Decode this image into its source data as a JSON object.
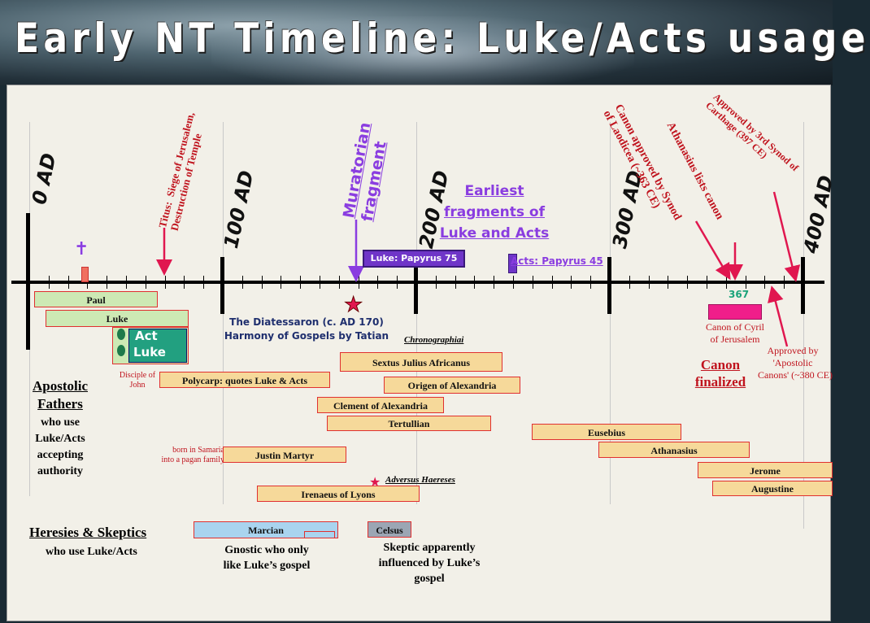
{
  "title": "Early NT Timeline: Luke/Acts usage",
  "centuries": [
    "0 AD",
    "100 AD",
    "200 AD",
    "300 AD",
    "400 AD"
  ],
  "events": {
    "titus": "Titus:  Siege of Jerusalem,\nDestruction of Temple",
    "muratorian": "Muratorian\nfragment",
    "earliest": "Earliest\nfragments of\nLuke and Acts",
    "papyrus75": "Luke:  Papyrus 75",
    "papyrus45": "Acts:  Papyrus 45",
    "laodicea": "Canon approved by Synod\nof Laodicea (~363 CE)",
    "athanasius_lists": "Athanasius lists canon",
    "carthage": "Approved by 3rd Synod of\nCarthage (397 CE)",
    "year367": "367",
    "cyril": "Canon of Cyril\nof Jerusalem",
    "apostolic_canons": "Approved by\n'Apostolic\nCanons' (~380 CE)",
    "canon_finalized": "Canon\nfinalized",
    "diatessaron": "The Diatessaron (c. AD 170)\nHarmony of Gospels by Tatian",
    "chronographiai": "Chronographiai",
    "adversus": "Adversus Haereses"
  },
  "bars": {
    "paul": "Paul",
    "luke": "Luke",
    "act": "Act",
    "luke2": "Luke",
    "polycarp": "Polycarp: quotes Luke & Acts",
    "justin": "Justin Martyr",
    "irenaeus": "Irenaeus of Lyons",
    "sextus": "Sextus Julius Africanus",
    "origen": "Origen of Alexandria",
    "clement": "Clement of Alexandria",
    "tertullian": "Tertullian",
    "eusebius": "Eusebius",
    "athanasius": "Athanasius",
    "jerome": "Jerome",
    "augustine": "Augustine",
    "marcian": "Marcian",
    "celsus": "Celsus"
  },
  "notes": {
    "disciple": "Disciple of\nJohn",
    "samaria": "born in Samaria\ninto a pagan family",
    "apostolic_fathers": "Apostolic\nFathers",
    "apostolic_sub": "who use\nLuke/Acts\naccepting\nauthority",
    "heresies": "Heresies & Skeptics",
    "heresies_sub": "who use Luke/Acts",
    "gnostic": "Gnostic who only\nlike Luke’s gospel",
    "skeptic": "Skeptic apparently\ninfluenced by Luke’s\ngospel"
  },
  "colors": {
    "accent_red": "#e0174f",
    "purple": "#8a3de0",
    "tan": "#f6d99a",
    "green": "#cde9b4",
    "blue": "#a9d4ef",
    "teal": "#1aa37a",
    "navy": "#1f2f6e"
  },
  "icons": [
    "cross-icon",
    "star-icon"
  ]
}
